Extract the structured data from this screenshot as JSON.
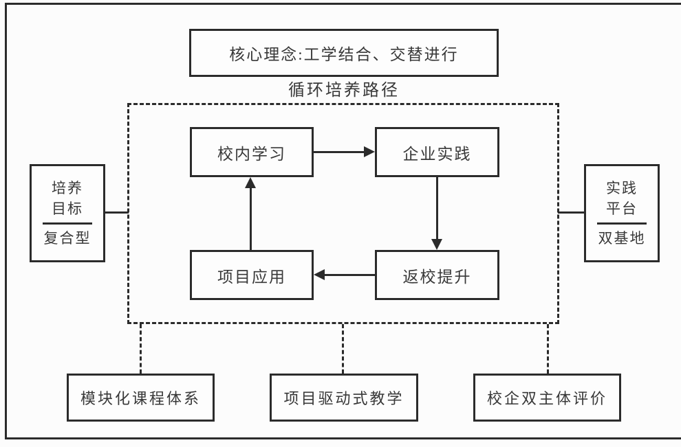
{
  "diagram": {
    "core_concept": "核心理念:工学结合、交替进行",
    "cycle_label": "循环培养路径",
    "cycle_nodes": {
      "campus_learning": "校内学习",
      "enterprise_practice": "企业实践",
      "return_improvement": "返校提升",
      "project_application": "项目应用"
    },
    "left_box": {
      "line1": "培养",
      "line2": "目标",
      "line3": "复合型"
    },
    "right_box": {
      "line1": "实践",
      "line2": "平台",
      "line3": "双基地"
    },
    "bottom_boxes": [
      "模块化课程体系",
      "项目驱动式教学",
      "校企双主体评价"
    ],
    "colors": {
      "line": "#2b2b2b",
      "text": "#383838",
      "background": "#fcfcfc"
    }
  }
}
